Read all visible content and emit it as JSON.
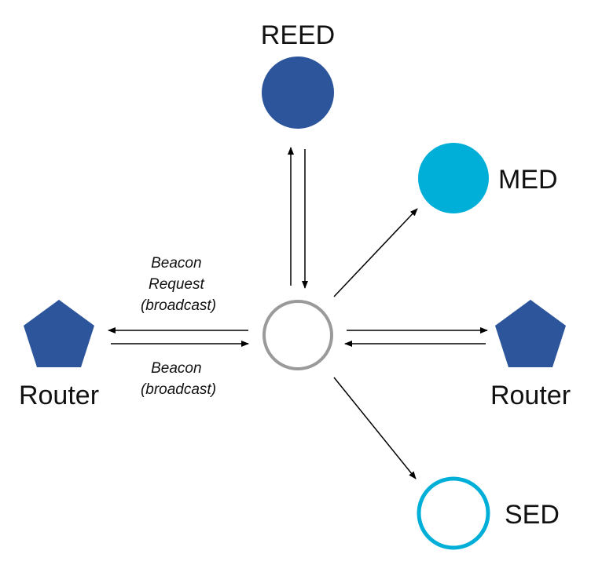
{
  "colors": {
    "dark_blue": "#2c559c",
    "light_blue": "#00afd8",
    "gray": "#9a9a9a",
    "arrow": "#000000",
    "text": "#111111"
  },
  "nodes": {
    "reed": {
      "label": "REED",
      "shape": "circle",
      "fill": "dark_blue"
    },
    "med": {
      "label": "MED",
      "shape": "circle",
      "fill": "light_blue"
    },
    "sed": {
      "label": "SED",
      "shape": "circle-outline",
      "stroke": "light_blue"
    },
    "router_left": {
      "label": "Router",
      "shape": "pentagon",
      "fill": "dark_blue"
    },
    "router_right": {
      "label": "Router",
      "shape": "pentagon",
      "fill": "dark_blue"
    },
    "center": {
      "label": "",
      "shape": "circle-outline",
      "stroke": "gray"
    }
  },
  "edges": {
    "beacon_request": {
      "lines": [
        "Beacon",
        "Request",
        "(broadcast)"
      ]
    },
    "beacon": {
      "lines": [
        "Beacon",
        "(broadcast)"
      ]
    }
  }
}
